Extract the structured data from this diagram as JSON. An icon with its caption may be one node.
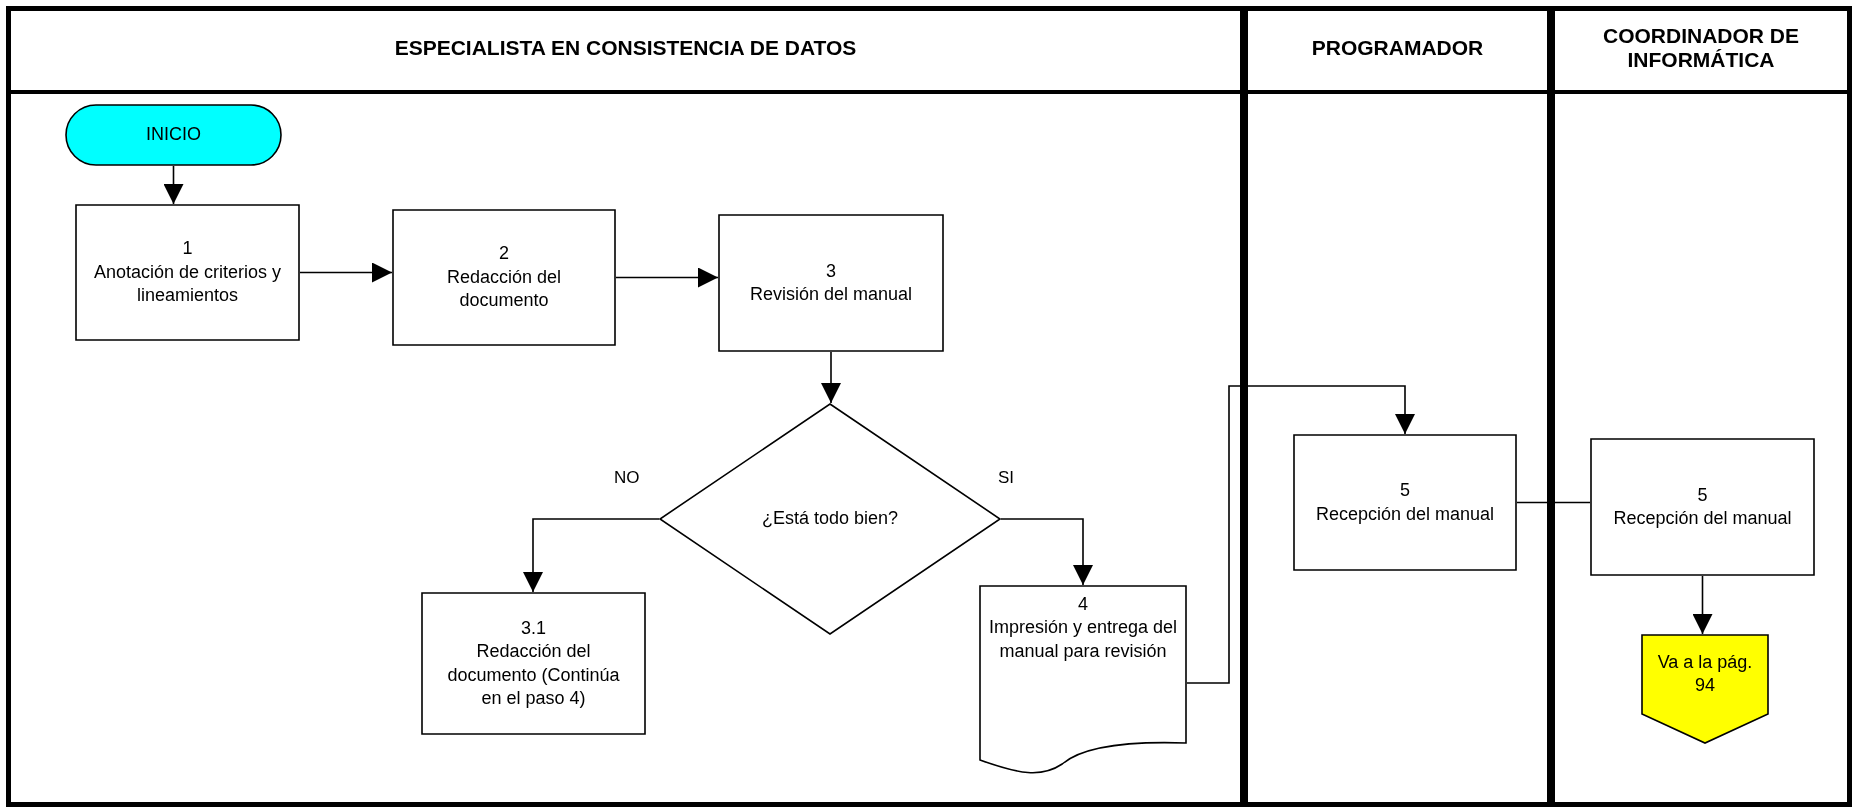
{
  "diagram": {
    "nodes": [
      {
        "text": [
          "ESPECIALISTA EN CONSISTENCIA DE DATOS"
        ]
      },
      {
        "text": [
          "PROGRAMADOR"
        ]
      },
      {
        "text": [
          "COORDINADOR DE INFORMÁTICA"
        ]
      },
      {
        "text": [
          "INICIO"
        ],
        "in": 0
      },
      {
        "text": [
          "1",
          "Anotación de criterios y lineamientos"
        ],
        "in": 0
      },
      {
        "text": [
          "2",
          "Redacción del documento"
        ],
        "in": 0
      },
      {
        "text": [
          "3",
          "Revisión del manual"
        ],
        "in": 0
      },
      {
        "text": [
          "¿Está todo bien?"
        ],
        "in": 0
      },
      {
        "text": [
          "3.1",
          "Redacción del documento (Continúa en el paso 4)"
        ],
        "in": 0
      },
      {
        "text": [
          "4",
          "Impresión y entrega del manual para revisión"
        ],
        "in": 0
      },
      {
        "text": [
          "5",
          "Recepción del manual"
        ],
        "in": 1
      },
      {
        "text": [
          "5",
          "Recepción del manual"
        ],
        "in": 2
      },
      {
        "text": [
          "Va a la pág. 94"
        ],
        "in": 2
      }
    ],
    "edges": [
      {
        "from": 3,
        "to": 4,
        "arrow": "to"
      },
      {
        "from": 4,
        "to": 5,
        "arrow": "to"
      },
      {
        "from": 5,
        "to": 6,
        "arrow": "to"
      },
      {
        "from": 6,
        "to": 7,
        "arrow": "to"
      },
      {
        "from": 7,
        "to": 8,
        "arrow": "to",
        "label": "NO"
      },
      {
        "from": 7,
        "to": 9,
        "arrow": "to",
        "label": "SI"
      },
      {
        "from": 9,
        "to": 10,
        "arrow": "to"
      },
      {
        "from": 10,
        "to": 11,
        "arrow": "none"
      },
      {
        "from": 11,
        "to": 12,
        "arrow": "to"
      }
    ]
  }
}
